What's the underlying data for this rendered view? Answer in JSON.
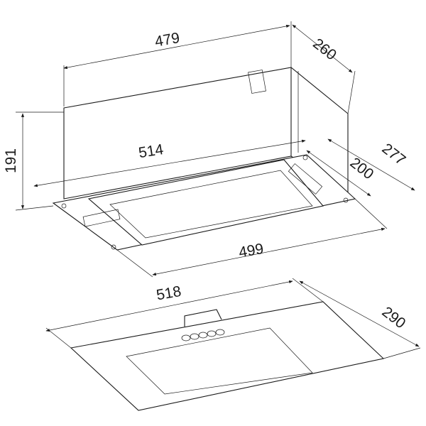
{
  "dimensions": {
    "hood_top_width": "479",
    "hood_depth": "260",
    "hood_height": "191",
    "flange_width": "514",
    "cutout_depth": "200",
    "flange_depth": "277",
    "cutout_width": "499",
    "glass_width": "518",
    "glass_depth": "290"
  },
  "colors": {
    "line": "#1a1a1a",
    "background": "#ffffff"
  }
}
